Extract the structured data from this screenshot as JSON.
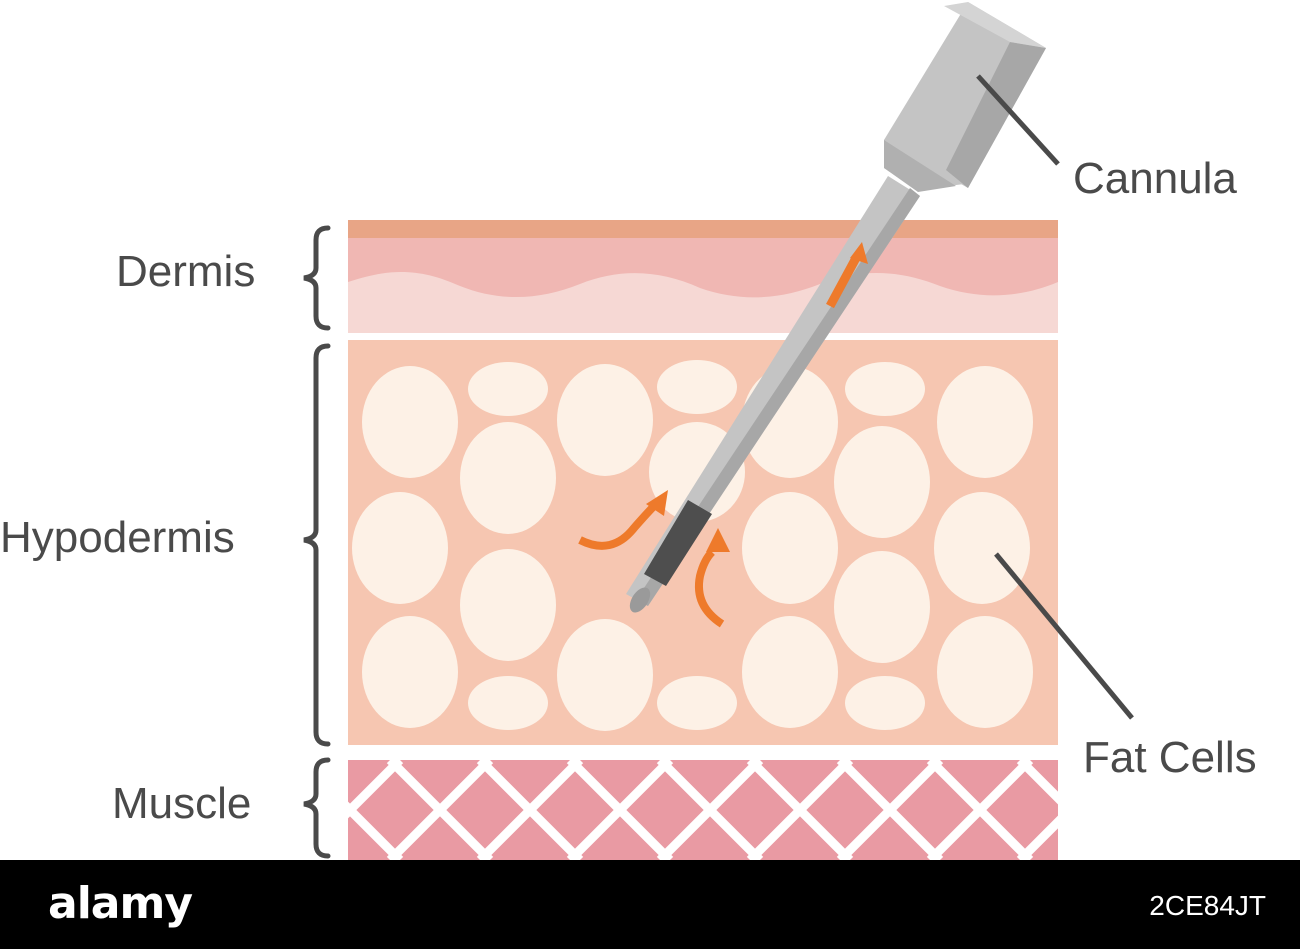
{
  "labels": {
    "dermis": "Dermis",
    "hypodermis": "Hypodermis",
    "muscle": "Muscle",
    "cannula": "Cannula",
    "fat_cells": "Fat Cells"
  },
  "watermark": {
    "brand": "alamy",
    "image_id": "2CE84JT"
  },
  "colors": {
    "epidermis": "#e8a586",
    "dermis_upper": "#f0b7b3",
    "dermis_lower": "#f6d8d4",
    "hypodermis": "#f6c6b1",
    "fat_cell": "#fdf1e6",
    "muscle": "#e99aa3",
    "cannula_light": "#c4c4c4",
    "cannula_mid": "#a7a7a7",
    "cannula_dark": "#8a8a8a",
    "cannula_tip": "#4e4e4e",
    "arrow": "#ee7a2b",
    "text": "#4a4a4a"
  }
}
